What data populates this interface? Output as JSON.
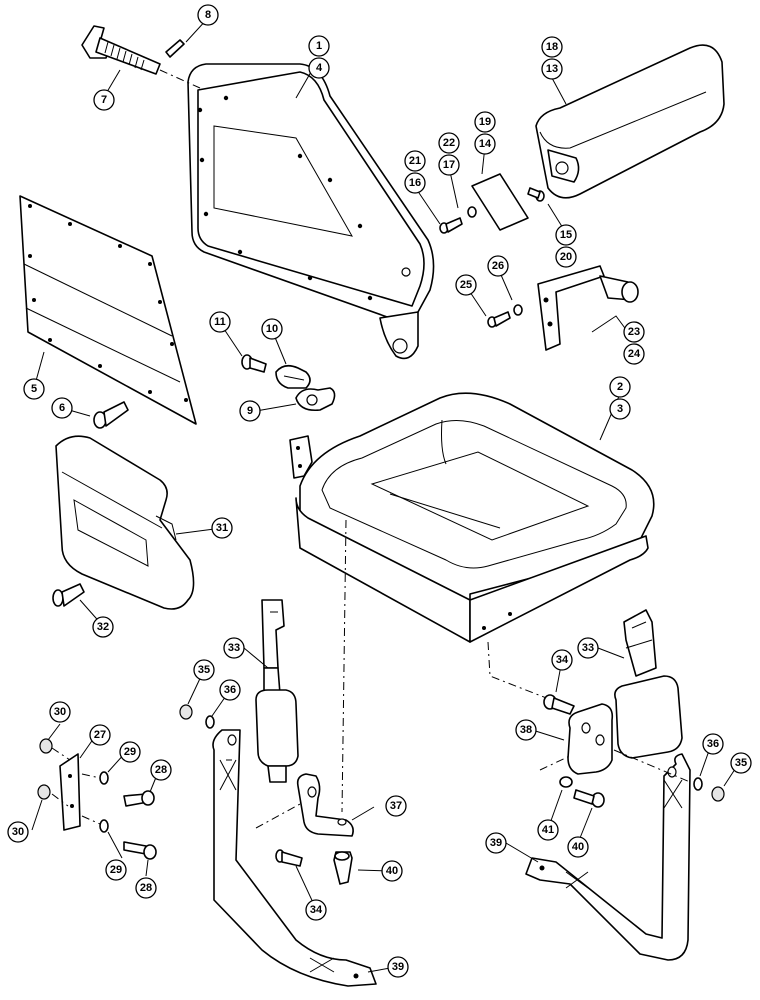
{
  "callouts": {
    "c1": "1",
    "c2": "2",
    "c3": "3",
    "c4": "4",
    "c5": "5",
    "c6": "6",
    "c7": "7",
    "c8": "8",
    "c9": "9",
    "c10": "10",
    "c11": "11",
    "c13": "13",
    "c14": "14",
    "c15": "15",
    "c16": "16",
    "c17": "17",
    "c18": "18",
    "c19": "19",
    "c20": "20",
    "c21": "21",
    "c22": "22",
    "c23": "23",
    "c24": "24",
    "c25": "25",
    "c26": "26",
    "c27": "27",
    "c28a": "28",
    "c28b": "28",
    "c29a": "29",
    "c29b": "29",
    "c30a": "30",
    "c30b": "30",
    "c31": "31",
    "c32": "32",
    "c33a": "33",
    "c33b": "33",
    "c34a": "34",
    "c34b": "34",
    "c35a": "35",
    "c35b": "35",
    "c36a": "36",
    "c36b": "36",
    "c37": "37",
    "c38": "38",
    "c39a": "39",
    "c39b": "39",
    "c40a": "40",
    "c40b": "40",
    "c41": "41"
  }
}
